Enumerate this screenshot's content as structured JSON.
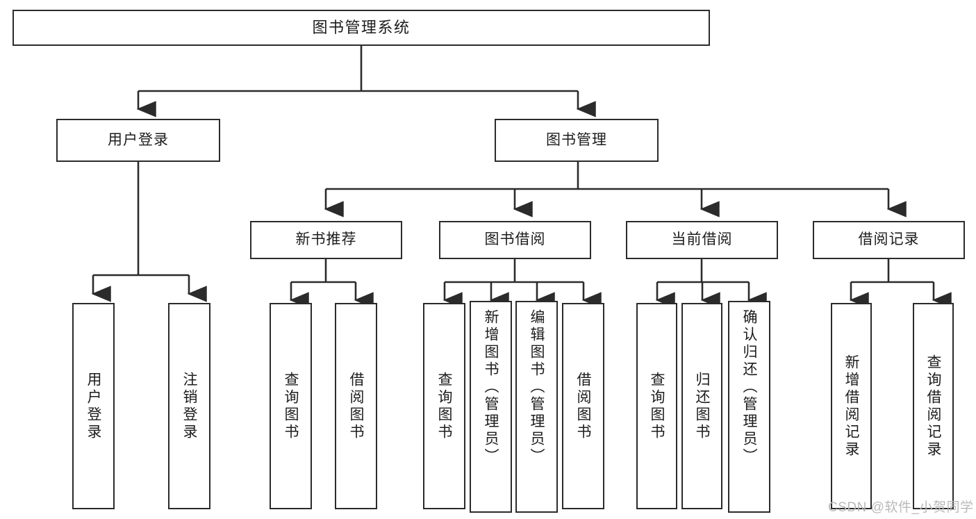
{
  "diagram": {
    "title": "图书管理系统",
    "type": "功能结构图",
    "watermark": "CSDN @软件_小贺同学",
    "accent_color": "#2b2b2b",
    "background_color": "#ffffff",
    "levels": {
      "root": {
        "label": "图书管理系统"
      },
      "level2": [
        {
          "label": "用户登录"
        },
        {
          "label": "图书管理"
        }
      ],
      "level3": [
        {
          "label": "新书推荐"
        },
        {
          "label": "图书借阅"
        },
        {
          "label": "当前借阅"
        },
        {
          "label": "借阅记录"
        }
      ],
      "leaves": {
        "user_login": [
          {
            "label": "用户登录"
          },
          {
            "label": "注销登录"
          }
        ],
        "new_book_recommend": [
          {
            "label": "查询图书"
          },
          {
            "label": "借阅图书"
          }
        ],
        "book_borrow": [
          {
            "label": "查询图书"
          },
          {
            "label": "新增图书（管理员）"
          },
          {
            "label": "编辑图书（管理员）"
          },
          {
            "label": "借阅图书"
          }
        ],
        "current_borrow": [
          {
            "label": "查询图书"
          },
          {
            "label": "归还图书"
          },
          {
            "label": "确认归还（管理员）"
          }
        ],
        "borrow_record": [
          {
            "label": "新增借阅记录"
          },
          {
            "label": "查询借阅记录"
          }
        ]
      }
    }
  }
}
